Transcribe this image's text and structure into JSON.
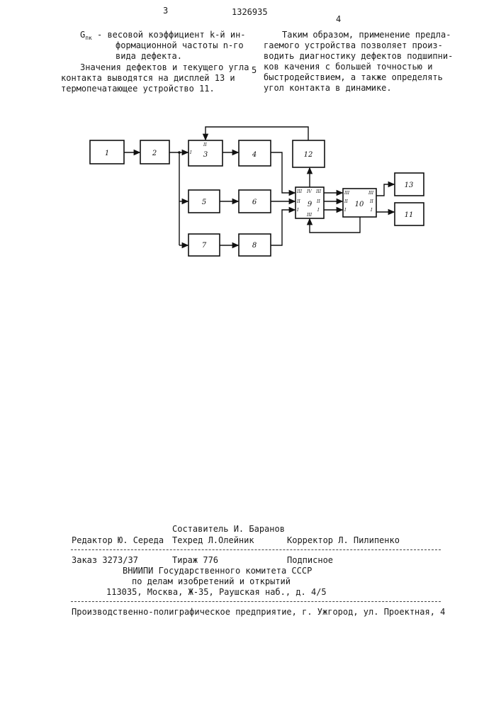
{
  "header": {
    "page_left": "3",
    "patent_number": "1326935",
    "page_right": "4",
    "line_marker": "5"
  },
  "left_column": {
    "symbol": "G",
    "symbol_sub": "пк",
    "def_line1": "- весовой коэффициент k-й ин-",
    "def_line2": "формационной частоты n-го",
    "def_line3": "вида дефекта.",
    "para_line1": "Значения дефектов и текущего угла",
    "para_line2": "контакта выводятся на дисплей 13 и",
    "para_line3": "термопечатающее устройство 11."
  },
  "right_column": {
    "line1": "Таким образом, применение предла-",
    "line2": "гаемого устройства позволяет произ-",
    "line3": "водить диагностику дефектов подшипни-",
    "line4": "ков качения с большей точностью и",
    "line5": "быстродействием, а также определять",
    "line6": "угол контакта в динамике."
  },
  "diagram": {
    "blocks": [
      "1",
      "2",
      "3",
      "4",
      "5",
      "6",
      "7",
      "8",
      "9",
      "10",
      "11",
      "12",
      "13"
    ],
    "ports": [
      "I",
      "II",
      "III",
      "IV"
    ]
  },
  "footer": {
    "compiler": "Составитель И. Баранов",
    "editor": "Редактор Ю. Середа",
    "techred": "Техред Л.Олейник",
    "corrector": "Корректор Л. Пилипенко",
    "order": "Заказ 3273/37",
    "circulation": "Тираж 776",
    "subscription": "Подписное",
    "org_line1": "ВНИИПИ Государственного комитета СССР",
    "org_line2": "по делам изобретений и открытий",
    "org_line3": "113035, Москва, Ж-35, Раушская наб., д. 4/5",
    "printer": "Производственно-полиграфическое предприятие, г. Ужгород, ул. Проектная, 4"
  }
}
